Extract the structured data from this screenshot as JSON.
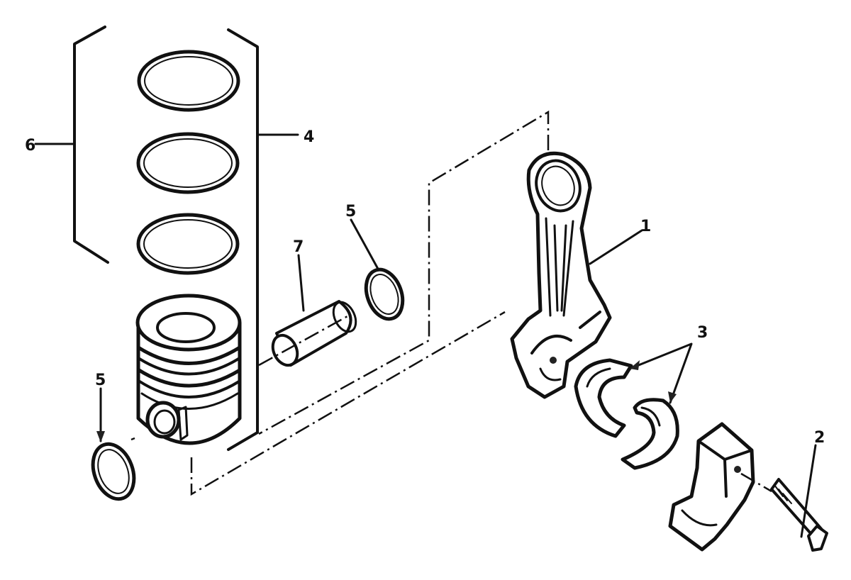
{
  "diagram": {
    "parts": [
      {
        "id": "connecting-rod",
        "callout": "1"
      },
      {
        "id": "rod-cap-bolt",
        "callout": "2"
      },
      {
        "id": "bearing-shells",
        "callout": "3"
      },
      {
        "id": "piston-ring-set",
        "callout": "4"
      },
      {
        "id": "snap-ring-right",
        "callout": "5"
      },
      {
        "id": "snap-ring-left",
        "callout": "5"
      },
      {
        "id": "piston-with-rings",
        "callout": "6"
      },
      {
        "id": "piston-pin",
        "callout": "7"
      }
    ]
  }
}
